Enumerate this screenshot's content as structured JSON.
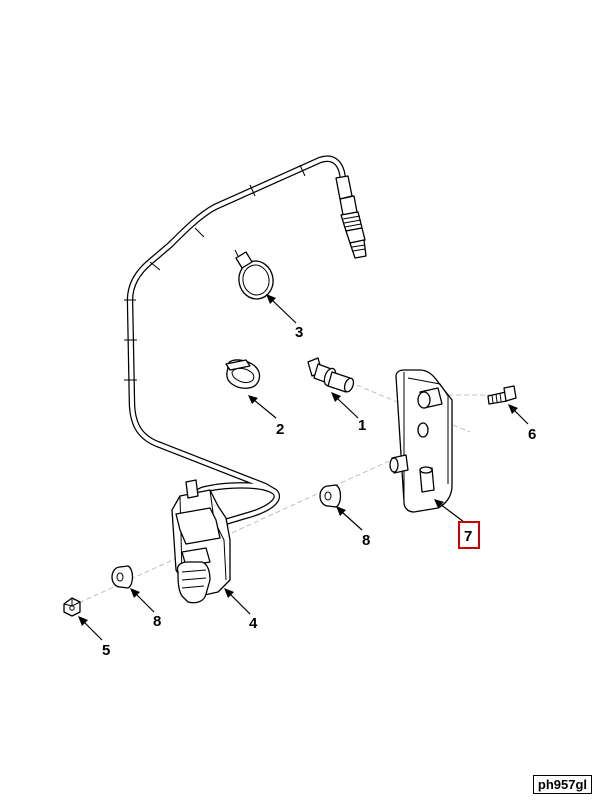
{
  "callouts": {
    "c1": "1",
    "c2": "2",
    "c3": "3",
    "c4": "4",
    "c5": "5",
    "c6": "6",
    "c7": "7",
    "c8a": "8",
    "c8b": "8"
  },
  "highlight_color": "#cc0000",
  "figure_id": "ph957gl"
}
